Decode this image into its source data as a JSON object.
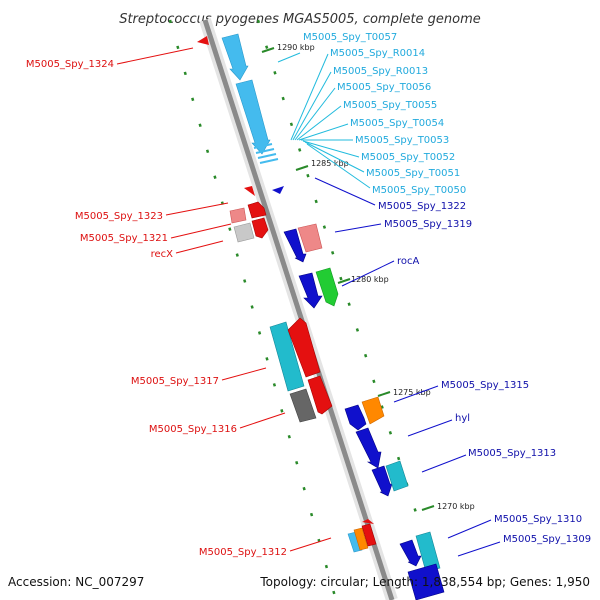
{
  "title": "Streptococcus pyogenes MGAS5005, complete genome",
  "footer": {
    "accession": "Accession: NC_007297",
    "summary": "Topology: circular; Length: 1,838,554 bp; Genes: 1,950"
  },
  "colors": {
    "backbone": "#8a8a8a",
    "ticks": "#2a8a2a",
    "red": "#e41010",
    "blue": "#1010cc",
    "cyan": "#22bbcc",
    "trna": "#44bbee"
  },
  "kbp_ticks": [
    "1290 kbp",
    "1285 kbp",
    "1280 kbp",
    "1275 kbp",
    "1270 kbp"
  ],
  "labels_left": [
    "M5005_Spy_1324",
    "M5005_Spy_1323",
    "M5005_Spy_1321",
    "recX",
    "M5005_Spy_1317",
    "M5005_Spy_1316",
    "M5005_Spy_1312"
  ],
  "labels_right_trna": [
    "M5005_Spy_T0057",
    "M5005_Spy_R0014",
    "M5005_Spy_R0013",
    "M5005_Spy_T0056",
    "M5005_Spy_T0055",
    "M5005_Spy_T0054",
    "M5005_Spy_T0053",
    "M5005_Spy_T0052",
    "M5005_Spy_T0051",
    "M5005_Spy_T0050"
  ],
  "labels_right_genes": [
    "M5005_Spy_1322",
    "M5005_Spy_1319",
    "rocA",
    "M5005_Spy_1315",
    "hyl",
    "M5005_Spy_1313",
    "M5005_Spy_1310",
    "M5005_Spy_1309"
  ]
}
